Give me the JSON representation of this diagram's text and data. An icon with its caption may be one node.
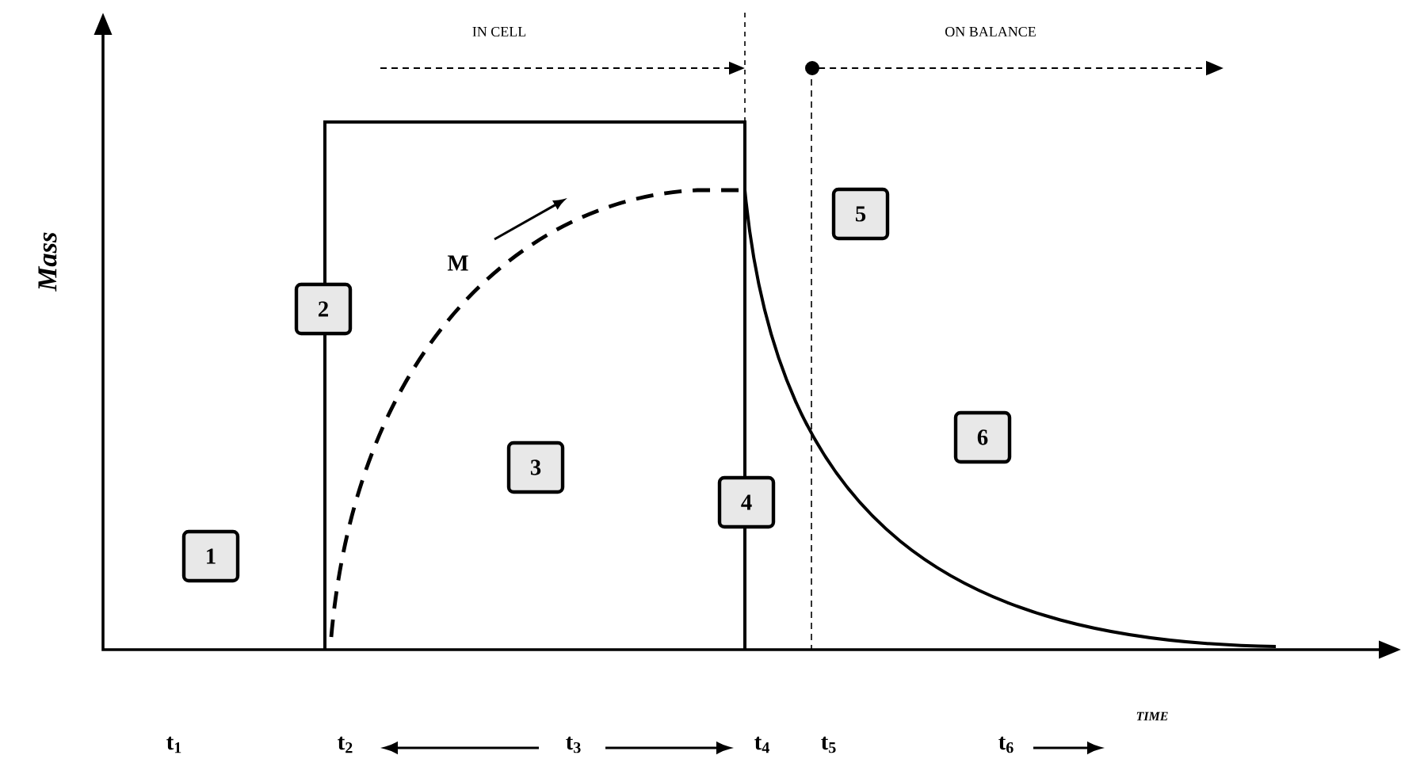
{
  "diagram": {
    "nodes": [
      {
        "text": [
          "1"
        ]
      },
      {
        "text": [
          "2"
        ]
      },
      {
        "text": [
          "3"
        ]
      },
      {
        "text": [
          "4"
        ]
      },
      {
        "text": [
          "5"
        ]
      },
      {
        "text": [
          "6"
        ]
      }
    ],
    "labels": [
      "IN CELL",
      "ON BALANCE",
      "Mass",
      "M",
      "TIME",
      "t$_{1}$",
      "t$_{2}$",
      "t$_{3}$",
      "t$_{4}$",
      "t$_{5}$",
      "t$_{6}$"
    ]
  }
}
